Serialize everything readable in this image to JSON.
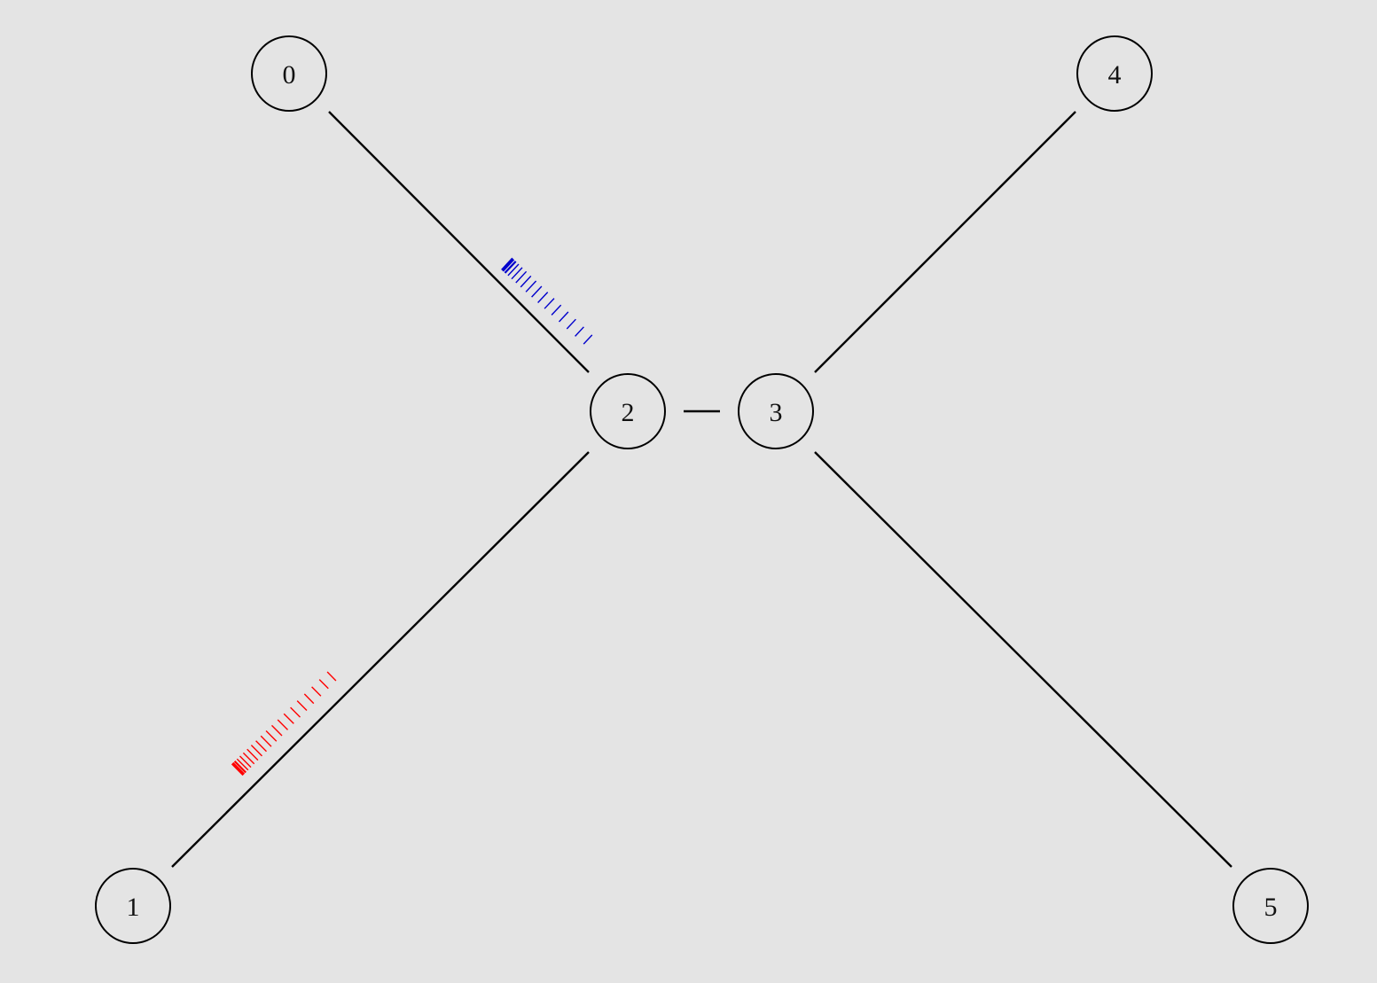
{
  "graph": {
    "nodes": [
      {
        "id": "0",
        "label": "0"
      },
      {
        "id": "1",
        "label": "1"
      },
      {
        "id": "2",
        "label": "2"
      },
      {
        "id": "3",
        "label": "3"
      },
      {
        "id": "4",
        "label": "4"
      },
      {
        "id": "5",
        "label": "5"
      }
    ],
    "edges": [
      {
        "from": "0",
        "to": "2"
      },
      {
        "from": "1",
        "to": "2"
      },
      {
        "from": "2",
        "to": "3"
      },
      {
        "from": "3",
        "to": "4"
      },
      {
        "from": "3",
        "to": "5"
      }
    ],
    "packets": [
      {
        "edge": "0-2",
        "color": "#0000cc",
        "count": 16
      },
      {
        "edge": "1-2",
        "color": "#ff0000",
        "count": 20
      }
    ]
  },
  "colors": {
    "background": "#e4e4e4",
    "line": "#000000",
    "packet_blue": "#0000cc",
    "packet_red": "#ff0000"
  }
}
